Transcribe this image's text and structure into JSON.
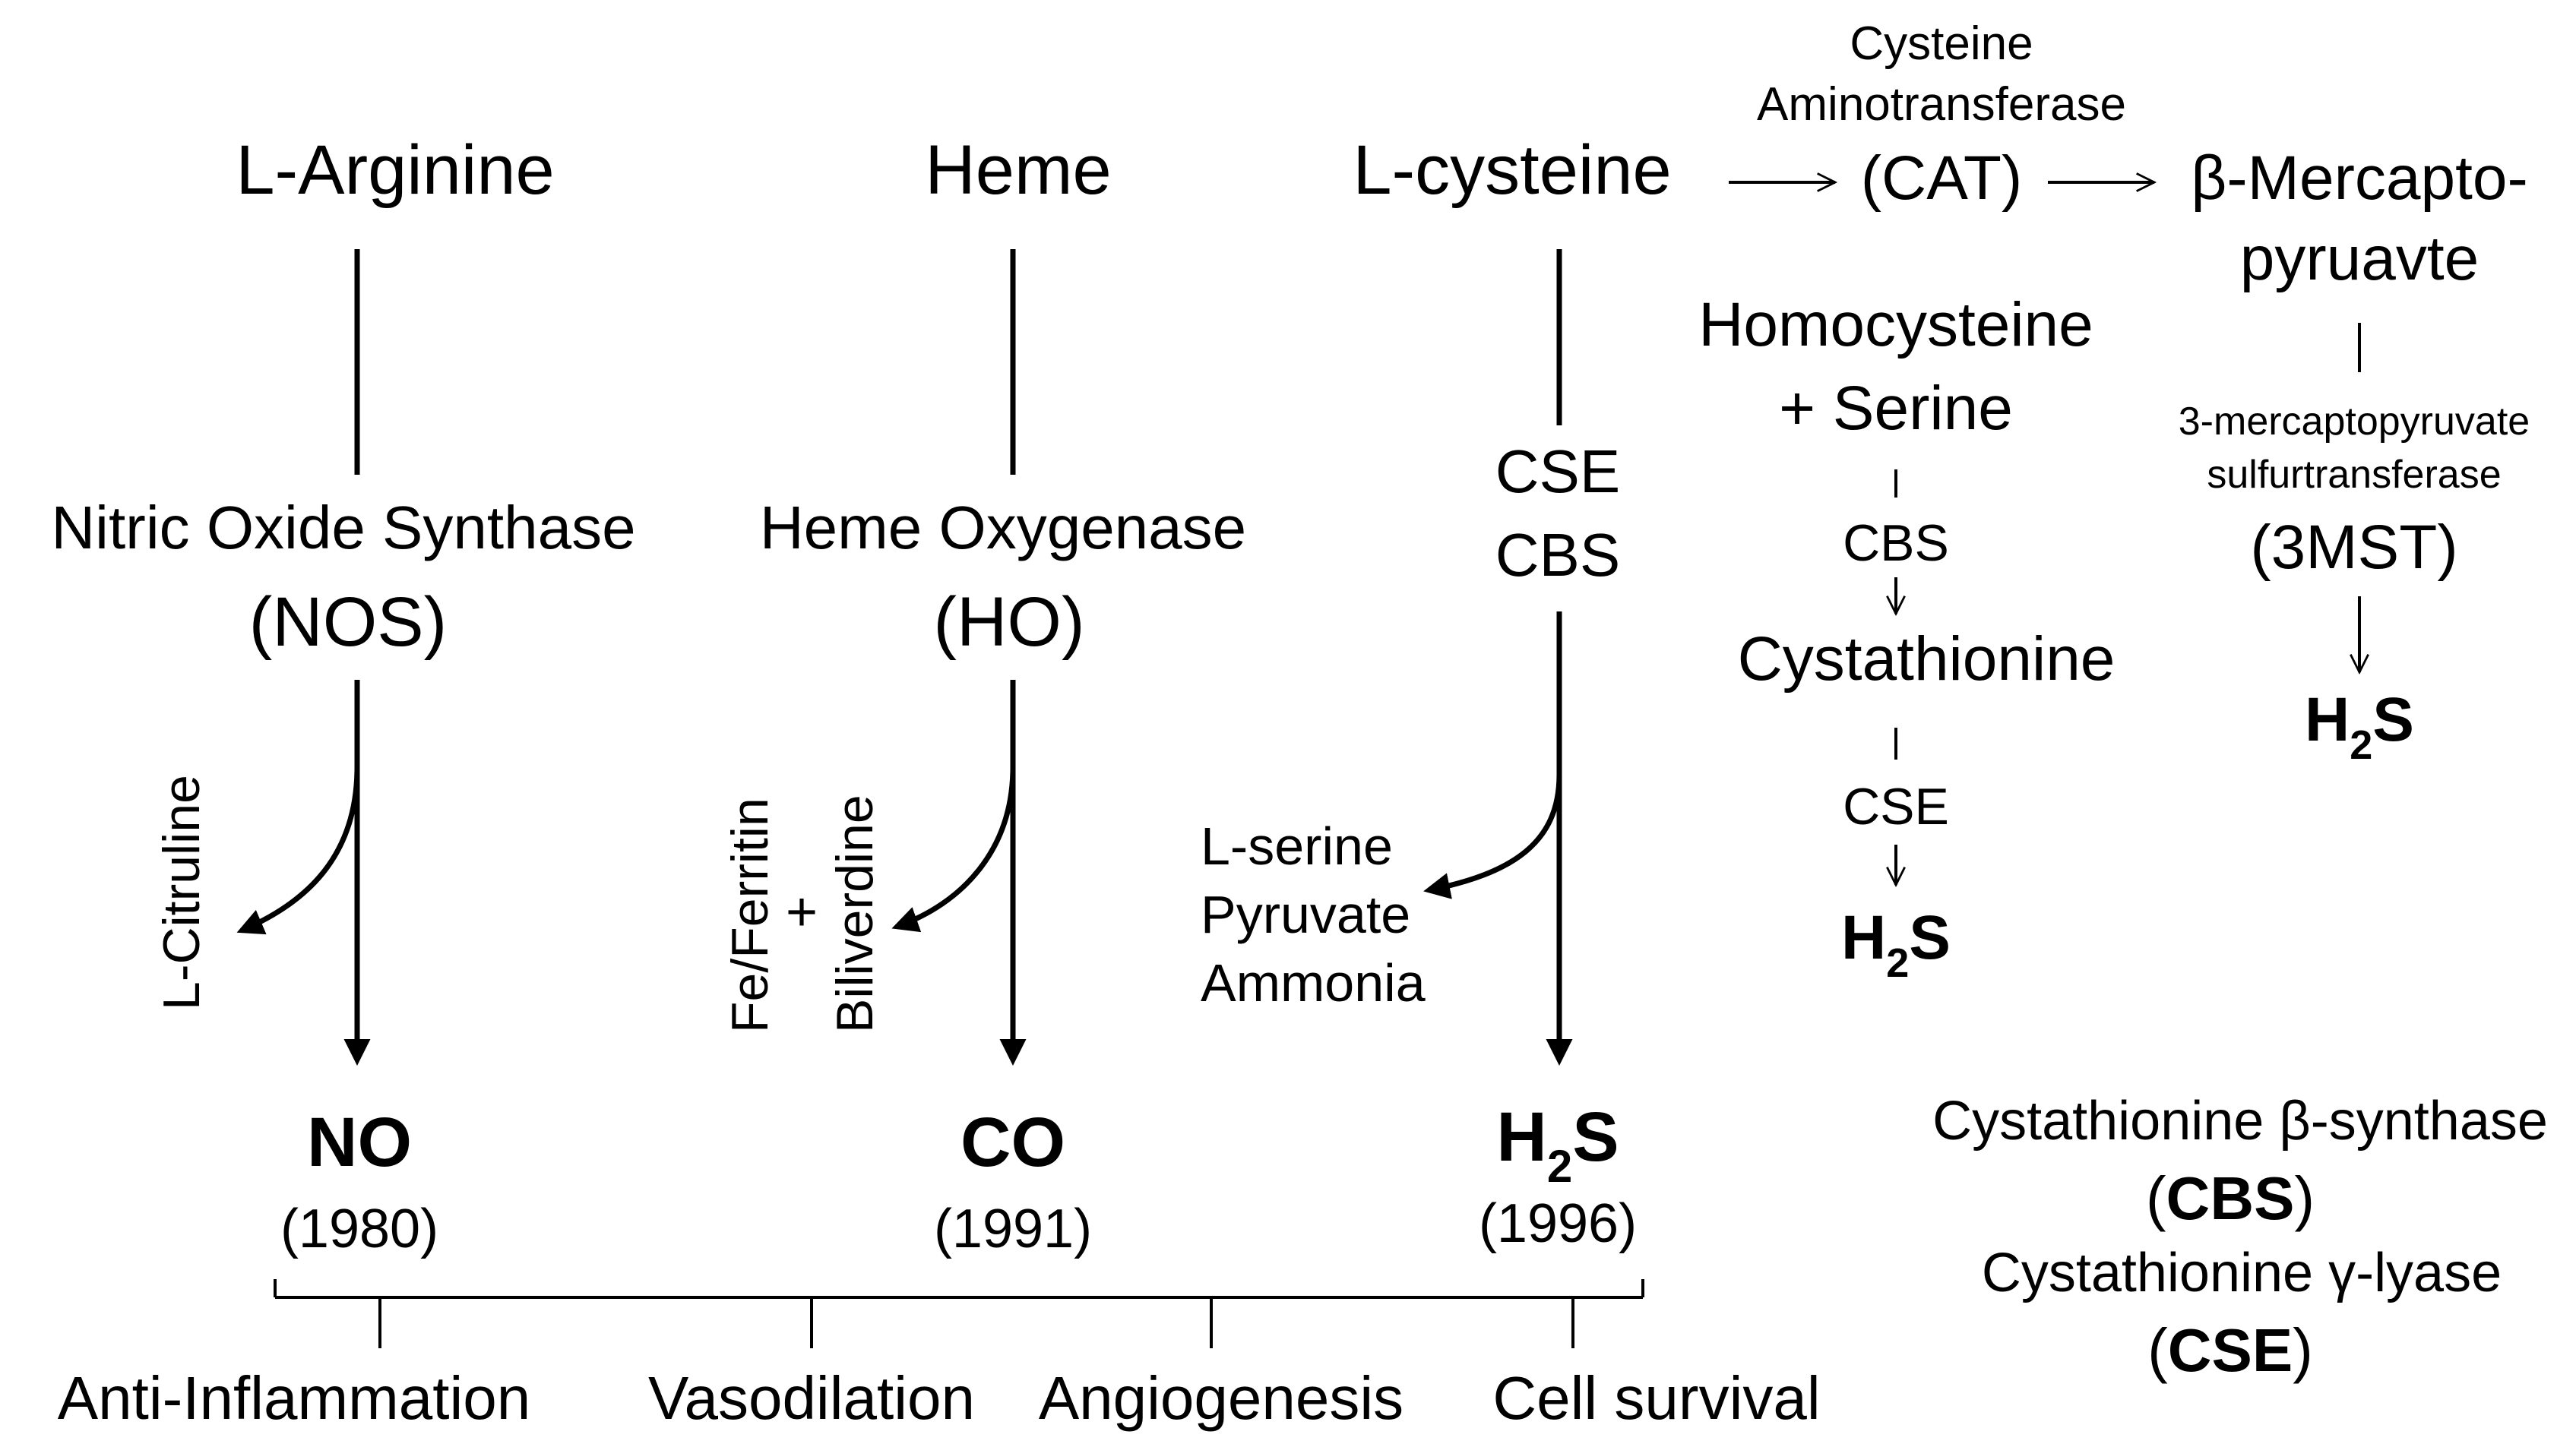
{
  "pathways": {
    "no": {
      "substrate": "L-Arginine",
      "enzyme_name": "Nitric Oxide Synthase",
      "enzyme_abbr": "(NOS)",
      "byproduct": "L-Citruline",
      "product": "NO",
      "year": "(1980)"
    },
    "co": {
      "substrate": "Heme",
      "enzyme_name": "Heme Oxygenase",
      "enzyme_abbr": "(HO)",
      "byproduct_1": "Fe/Ferritin",
      "byproduct_plus": "+",
      "byproduct_2": "Biliverdine",
      "product": "CO",
      "year": "(1991)"
    },
    "h2s": {
      "substrate": "L-cysteine",
      "enzyme_1": "CSE",
      "enzyme_2": "CBS",
      "byproduct_1": "L-serine",
      "byproduct_2": "Pyruvate",
      "byproduct_3": "Ammonia",
      "product_main": "H",
      "product_sub": "2",
      "product_end": "S",
      "year": "(1996)"
    }
  },
  "cat_pathway": {
    "enzyme_line1": "Cysteine",
    "enzyme_line2": "Aminotransferase",
    "enzyme_abbr": "(CAT)",
    "intermediate_line1": "β-Mercapto-",
    "intermediate_line2": "pyruavte",
    "mst_line1": "3-mercaptopyruvate",
    "mst_line2": "sulfurtransferase",
    "mst_abbr": "(3MST)",
    "product_main": "H",
    "product_sub": "2",
    "product_end": "S"
  },
  "homocysteine_pathway": {
    "substrate_line1": "Homocysteine",
    "substrate_line2": "+ Serine",
    "enzyme_1": "CBS",
    "intermediate": "Cystathionine",
    "enzyme_2": "CSE",
    "product_main": "H",
    "product_sub": "2",
    "product_end": "S"
  },
  "legend": {
    "cbs_name": "Cystathionine β-synthase",
    "cbs_paren_open": "(",
    "cbs_abbr": "CBS",
    "cbs_paren_close": ")",
    "cse_name": "Cystathionine γ-lyase",
    "cse_paren_open": "(",
    "cse_abbr": "CSE",
    "cse_paren_close": ")"
  },
  "effects": [
    "Anti-Inflammation",
    "Vasodilation",
    "Angiogenesis",
    "Cell survival"
  ]
}
